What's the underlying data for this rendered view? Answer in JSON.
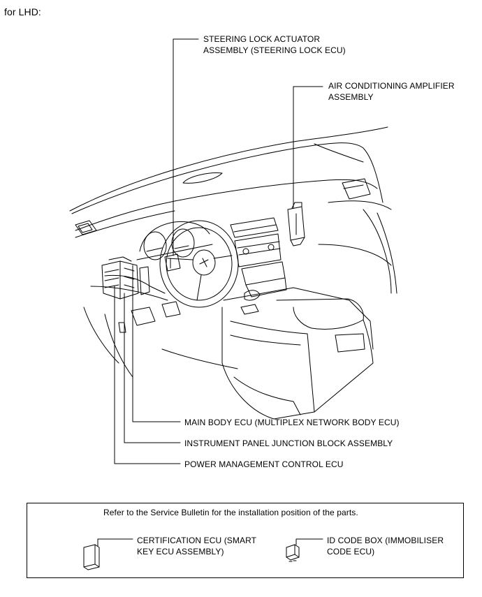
{
  "heading": "for LHD:",
  "callouts": {
    "steering_lock": [
      "STEERING LOCK ACTUATOR",
      "ASSEMBLY (STEERING LOCK ECU)"
    ],
    "ac_amplifier": [
      "AIR CONDITIONING AMPLIFIER",
      "ASSEMBLY"
    ],
    "main_body_ecu": "MAIN BODY ECU (MULTIPLEX NETWORK BODY ECU)",
    "junction_block": "INSTRUMENT PANEL JUNCTION BLOCK ASSEMBLY",
    "power_mgmt_ecu": "POWER MANAGEMENT CONTROL ECU"
  },
  "note": {
    "text": "Refer to the Service Bulletin for the installation position of the parts.",
    "certification_ecu": [
      "CERTIFICATION ECU (SMART",
      "KEY ECU ASSEMBLY)"
    ],
    "id_code_box": [
      "ID CODE BOX (IMMOBILISER",
      "CODE ECU)"
    ]
  }
}
